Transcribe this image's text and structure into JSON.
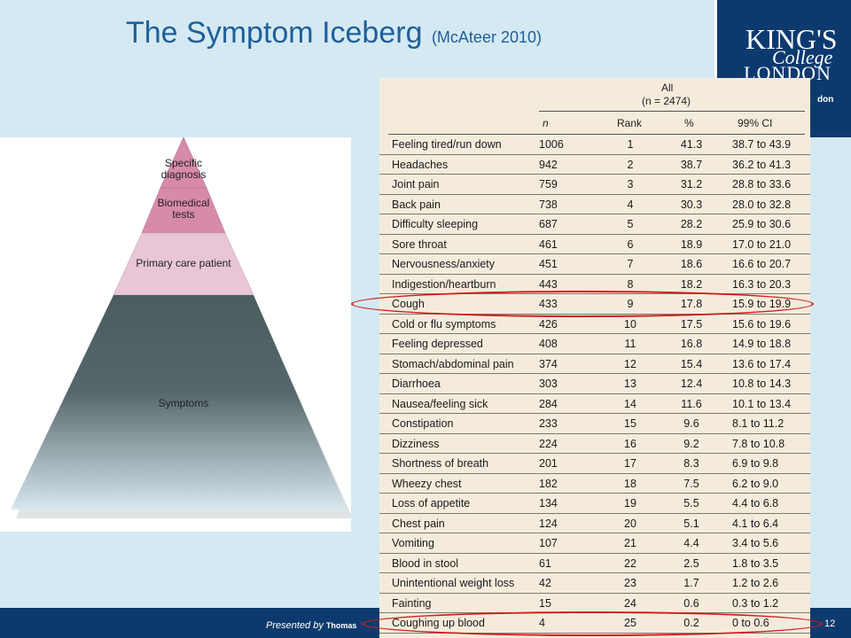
{
  "title": {
    "main": "The Symptom Iceberg",
    "sub": "(McAteer 2010)"
  },
  "logo": {
    "line1": "KING'S",
    "line2": "College",
    "line3": "LONDON",
    "fragment": "don"
  },
  "pyramid": {
    "levels": [
      "Specific diagnosis",
      "Biomedical tests",
      "Primary care patient",
      "Symptoms"
    ],
    "level_lines": {
      "specific": [
        "Specific",
        "diagnosis"
      ],
      "biomedical": [
        "Biomedical",
        "tests"
      ]
    },
    "colors": {
      "top": "#d88aaa",
      "middle": "#e8c6d6",
      "bottom": "#4a5d5e"
    }
  },
  "table": {
    "group_header": "All",
    "n_header": "(n = 2474)",
    "columns": [
      "n",
      "Rank",
      "%",
      "99% CI"
    ],
    "rows": [
      {
        "symptom": "Feeling tired/run down",
        "n": "1006",
        "rank": "1",
        "pct": "41.3",
        "ci": "38.7 to 43.9"
      },
      {
        "symptom": "Headaches",
        "n": "942",
        "rank": "2",
        "pct": "38.7",
        "ci": "36.2 to 41.3"
      },
      {
        "symptom": "Joint pain",
        "n": "759",
        "rank": "3",
        "pct": "31.2",
        "ci": "28.8 to 33.6"
      },
      {
        "symptom": "Back pain",
        "n": "738",
        "rank": "4",
        "pct": "30.3",
        "ci": "28.0 to 32.8"
      },
      {
        "symptom": "Difficulty sleeping",
        "n": "687",
        "rank": "5",
        "pct": "28.2",
        "ci": "25.9 to 30.6"
      },
      {
        "symptom": "Sore throat",
        "n": "461",
        "rank": "6",
        "pct": "18.9",
        "ci": "17.0 to 21.0"
      },
      {
        "symptom": "Nervousness/anxiety",
        "n": "451",
        "rank": "7",
        "pct": "18.6",
        "ci": "16.6 to 20.7"
      },
      {
        "symptom": "Indigestion/heartburn",
        "n": "443",
        "rank": "8",
        "pct": "18.2",
        "ci": "16.3 to 20.3"
      },
      {
        "symptom": "Cough",
        "n": "433",
        "rank": "9",
        "pct": "17.8",
        "ci": "15.9 to 19.9"
      },
      {
        "symptom": "Cold or flu symptoms",
        "n": "426",
        "rank": "10",
        "pct": "17.5",
        "ci": "15.6 to 19.6"
      },
      {
        "symptom": "Feeling depressed",
        "n": "408",
        "rank": "11",
        "pct": "16.8",
        "ci": "14.9 to 18.8"
      },
      {
        "symptom": "Stomach/abdominal pain",
        "n": "374",
        "rank": "12",
        "pct": "15.4",
        "ci": "13.6 to 17.4"
      },
      {
        "symptom": "Diarrhoea",
        "n": "303",
        "rank": "13",
        "pct": "12.4",
        "ci": "10.8 to 14.3"
      },
      {
        "symptom": "Nausea/feeling sick",
        "n": "284",
        "rank": "14",
        "pct": "11.6",
        "ci": "10.1 to 13.4"
      },
      {
        "symptom": "Constipation",
        "n": "233",
        "rank": "15",
        "pct": "9.6",
        "ci": "8.1 to 11.2"
      },
      {
        "symptom": "Dizziness",
        "n": "224",
        "rank": "16",
        "pct": "9.2",
        "ci": "7.8 to 10.8"
      },
      {
        "symptom": "Shortness of breath",
        "n": "201",
        "rank": "17",
        "pct": "8.3",
        "ci": "6.9 to 9.8"
      },
      {
        "symptom": "Wheezy chest",
        "n": "182",
        "rank": "18",
        "pct": "7.5",
        "ci": "6.2 to 9.0"
      },
      {
        "symptom": "Loss of appetite",
        "n": "134",
        "rank": "19",
        "pct": "5.5",
        "ci": "4.4 to 6.8"
      },
      {
        "symptom": "Chest pain",
        "n": "124",
        "rank": "20",
        "pct": "5.1",
        "ci": "4.1 to 6.4"
      },
      {
        "symptom": "Vomiting",
        "n": "107",
        "rank": "21",
        "pct": "4.4",
        "ci": "3.4 to 5.6"
      },
      {
        "symptom": "Blood in stool",
        "n": "61",
        "rank": "22",
        "pct": "2.5",
        "ci": "1.8 to 3.5"
      },
      {
        "symptom": "Unintentional weight loss",
        "n": "42",
        "rank": "23",
        "pct": "1.7",
        "ci": "1.2 to 2.6"
      },
      {
        "symptom": "Fainting",
        "n": "15",
        "rank": "24",
        "pct": "0.6",
        "ci": "0.3 to 1.2"
      },
      {
        "symptom": "Coughing up blood",
        "n": "4",
        "rank": "25",
        "pct": "0.2",
        "ci": "0 to 0.6"
      }
    ],
    "highlighted_rows": [
      "Cough",
      "Coughing up blood"
    ],
    "highlight_color": "#d11b1b"
  },
  "footer": {
    "presented_by": "Presented by",
    "presenter": "Thomas",
    "page_number": "12"
  }
}
